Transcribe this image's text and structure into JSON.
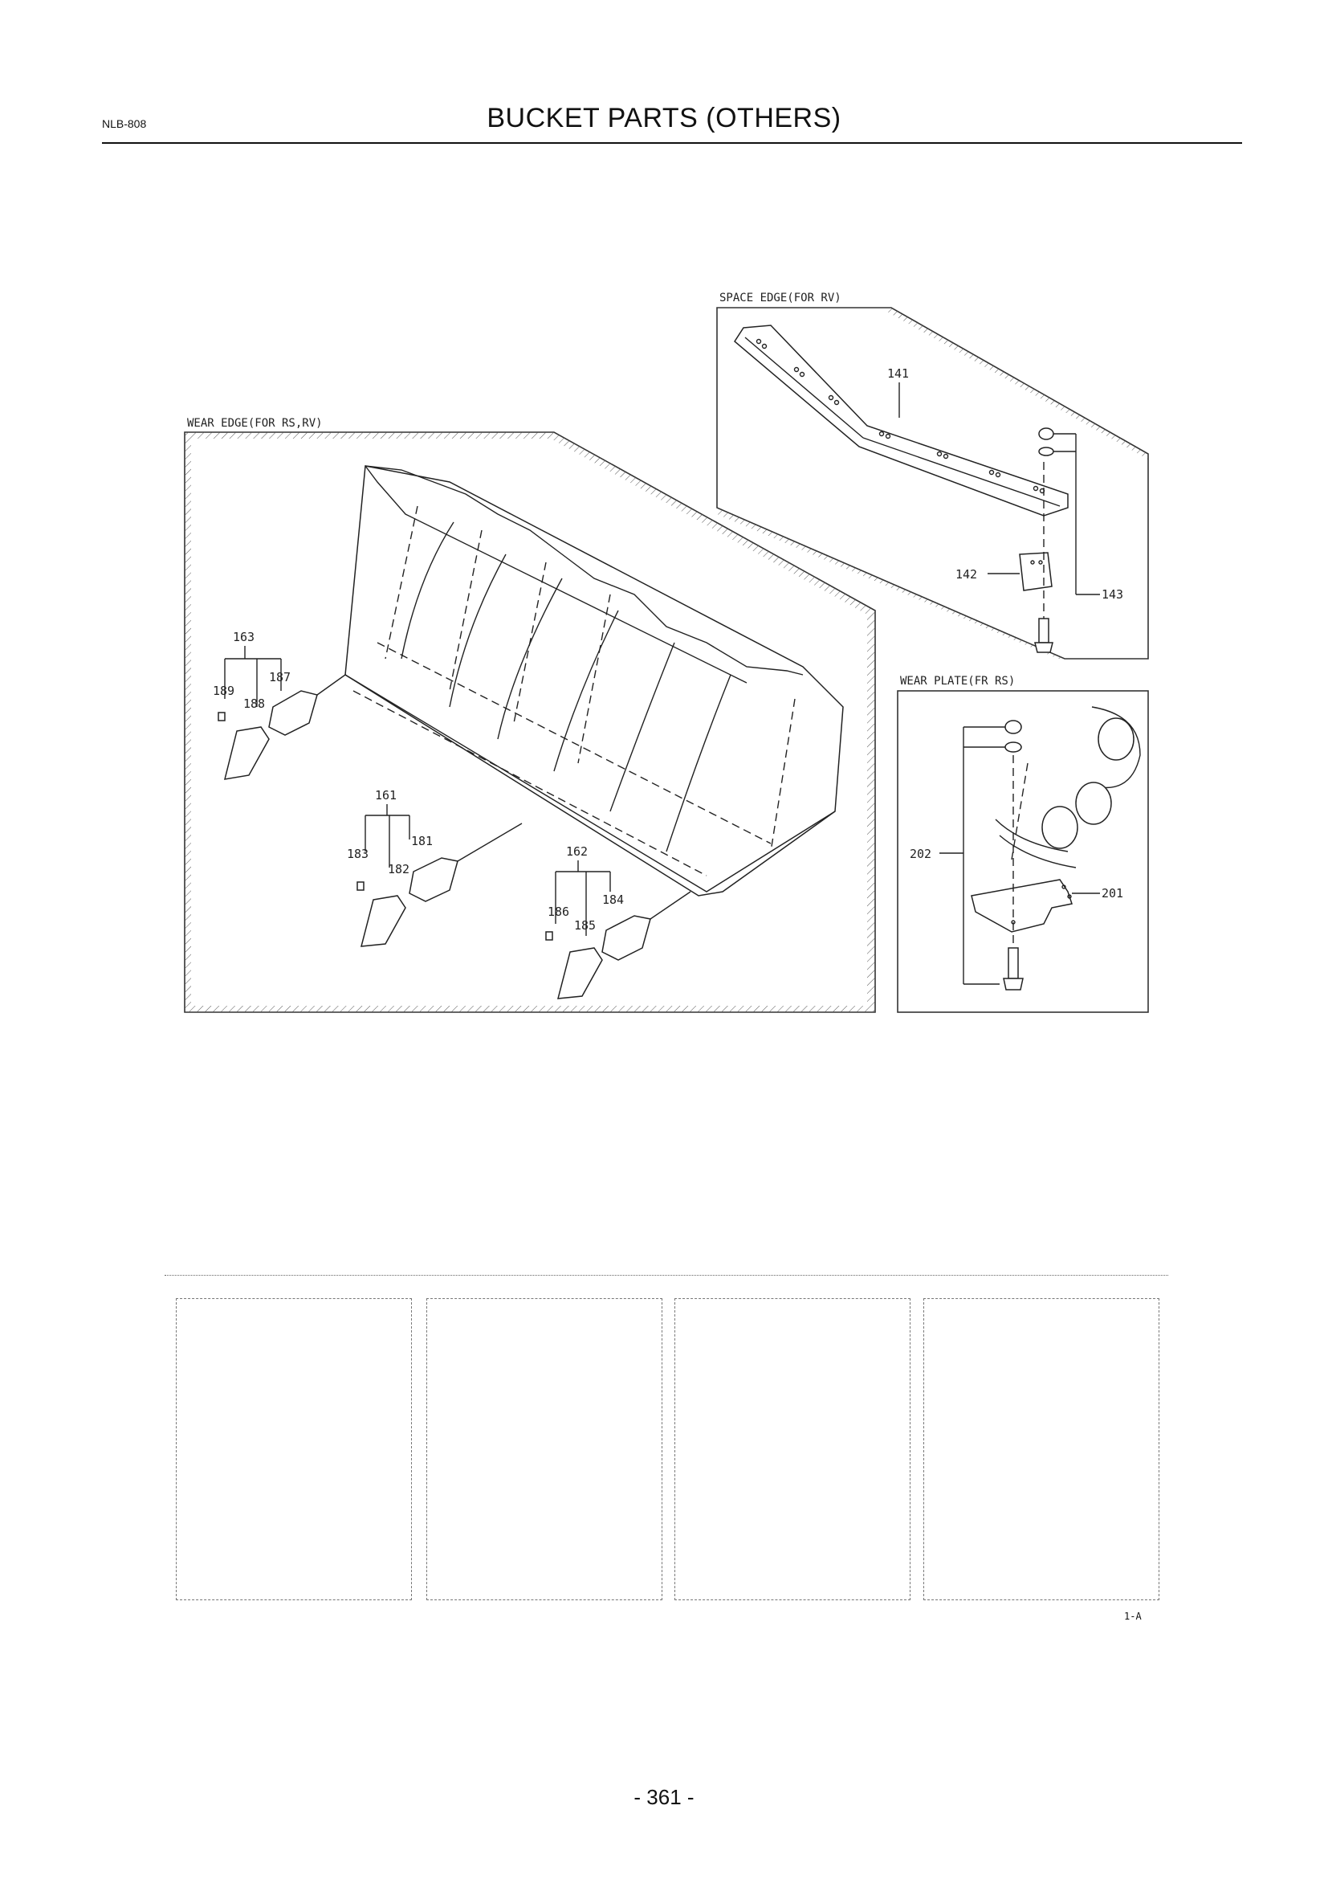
{
  "header": {
    "code": "NLB-808",
    "title": "BUCKET  PARTS (OTHERS)"
  },
  "sections": {
    "space_edge": "SPACE EDGE(FOR RV)",
    "wear_edge": "WEAR EDGE(FOR RS,RV)",
    "wear_plate": "WEAR PLATE(FR RS)"
  },
  "callouts": {
    "c141": "141",
    "c142": "142",
    "c143": "143",
    "c161": "161",
    "c162": "162",
    "c163": "163",
    "c181": "181",
    "c182": "182",
    "c183": "183",
    "c184": "184",
    "c185": "185",
    "c186": "186",
    "c187": "187",
    "c188": "188",
    "c189": "189",
    "c201": "201",
    "c202": "202"
  },
  "boxes_note": "1-A",
  "page_number": "- 361 -"
}
